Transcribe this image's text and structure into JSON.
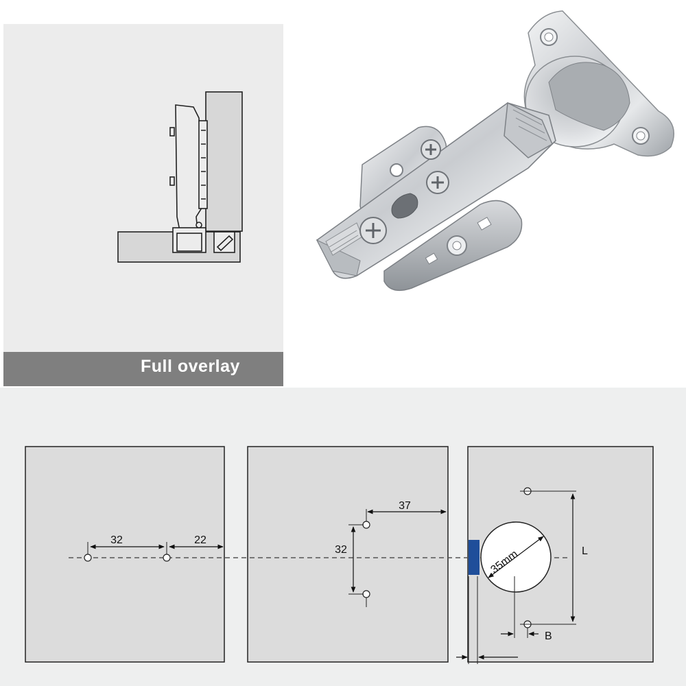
{
  "caption": "Full overlay",
  "colors": {
    "panel": "#ececec",
    "caption_bar": "#7f7f7f",
    "drill_panel": "#dcdcdc",
    "edge_marker": "#1f4e9a"
  },
  "dimensions": {
    "left_spacing": "32",
    "left_edge": "22",
    "middle_offset": "37",
    "middle_spacing": "32",
    "cup_diameter": "35mm",
    "screw_distance": "L",
    "edge_distance": "B"
  }
}
